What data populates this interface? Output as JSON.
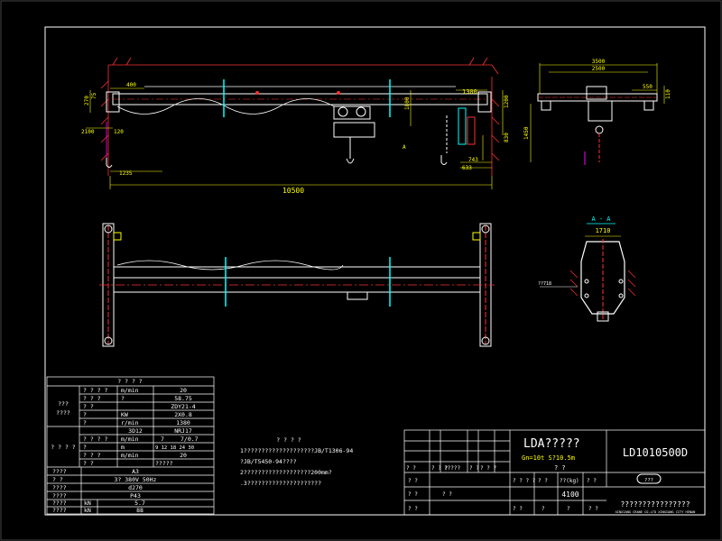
{
  "colors": {
    "background": "#000000",
    "frame": "#ffffff",
    "dimension": "#ffff00",
    "beam": "#ffffff",
    "centerline": "#ff3030",
    "accent": "#00ffff",
    "hatch": "#ff3030",
    "cable": "#ff00ff"
  },
  "elevation_view": {
    "dim_span": "10500",
    "dim_top_left": "400",
    "dim_left_a": "2100",
    "dim_left_b": "120",
    "dim_left_c": "1235",
    "dim_left_v1": "270",
    "dim_left_v2": "75",
    "dim_right_top": "1300",
    "dim_right_v": "1200",
    "dim_right_v2": "830",
    "dim_right_b1": "743",
    "dim_right_b2": "633",
    "dim_mid_v": "1800",
    "section_mark": "A"
  },
  "side_view": {
    "dim_total": "3500",
    "dim_inner": "2500",
    "dim_right": "550",
    "dim_v1": "110",
    "dim_v2": "1450"
  },
  "section_view": {
    "title": "A - A",
    "dim_width": "1710",
    "label_left": "??718"
  },
  "spec_table": {
    "title": "? ? ? ?",
    "r1": [
      "? ? ? ?",
      "m/min",
      "20"
    ],
    "r2": [
      "? ? ?",
      "?",
      "58.75"
    ],
    "r3": [
      "???",
      "? ?",
      "ZDY21-4"
    ],
    "r4": [
      "????",
      "?",
      "KW",
      "2X0.8"
    ],
    "r5": [
      "?",
      "?",
      "r/min",
      "1380"
    ],
    "r6": [
      "? ? ? ?",
      "3D12",
      "NRJ17"
    ],
    "r7": [
      "? ? ? ?",
      "m/min",
      "7",
      "7/0.7"
    ],
    "r8": [
      "?",
      "?",
      "m",
      "9  12  18  24  30"
    ],
    "r9": [
      "? ? ?",
      "m/min",
      "20"
    ],
    "r10": [
      "? ?",
      "?????"
    ],
    "r11": [
      "????",
      "A3"
    ],
    "r12": [
      "?   ?",
      "3?  380V  50Hz"
    ],
    "r13": [
      "????",
      "d270"
    ],
    "r14": [
      "????",
      "P43"
    ],
    "r15": [
      "????",
      "kN",
      "5.7"
    ],
    "r16": [
      "????",
      "kN",
      "88"
    ]
  },
  "notes": {
    "title": "? ? ? ?",
    "line1": "1????????????????????JB/T1306-94",
    "line2": "?JB/T5450-94????",
    "line3": "2???????????????????200mm?",
    "line4": ".3?????????????????????"
  },
  "title_block": {
    "name": "LDA?????",
    "params": "Gn=10t  S?10.5m",
    "sub": "? ?",
    "drawing_no": "LD1010500D",
    "row_a": [
      "? ?",
      "? ? ?",
      "?????",
      "? ?",
      "? ? ?"
    ],
    "row_b": [
      "? ? ? ?",
      "? ?",
      "??(kg)",
      "? ?"
    ],
    "weight": "4100",
    "row_c": [
      "? ?",
      "?",
      "?",
      "? ?"
    ],
    "company_cn": "????????????????",
    "company_en": "XINXIANG CRANE CO.LTD  XINXIANG CITY  HENAN",
    "logo_text": "???",
    "left_rows": [
      "? ?",
      "? ?",
      "? ?",
      "? ?"
    ]
  }
}
